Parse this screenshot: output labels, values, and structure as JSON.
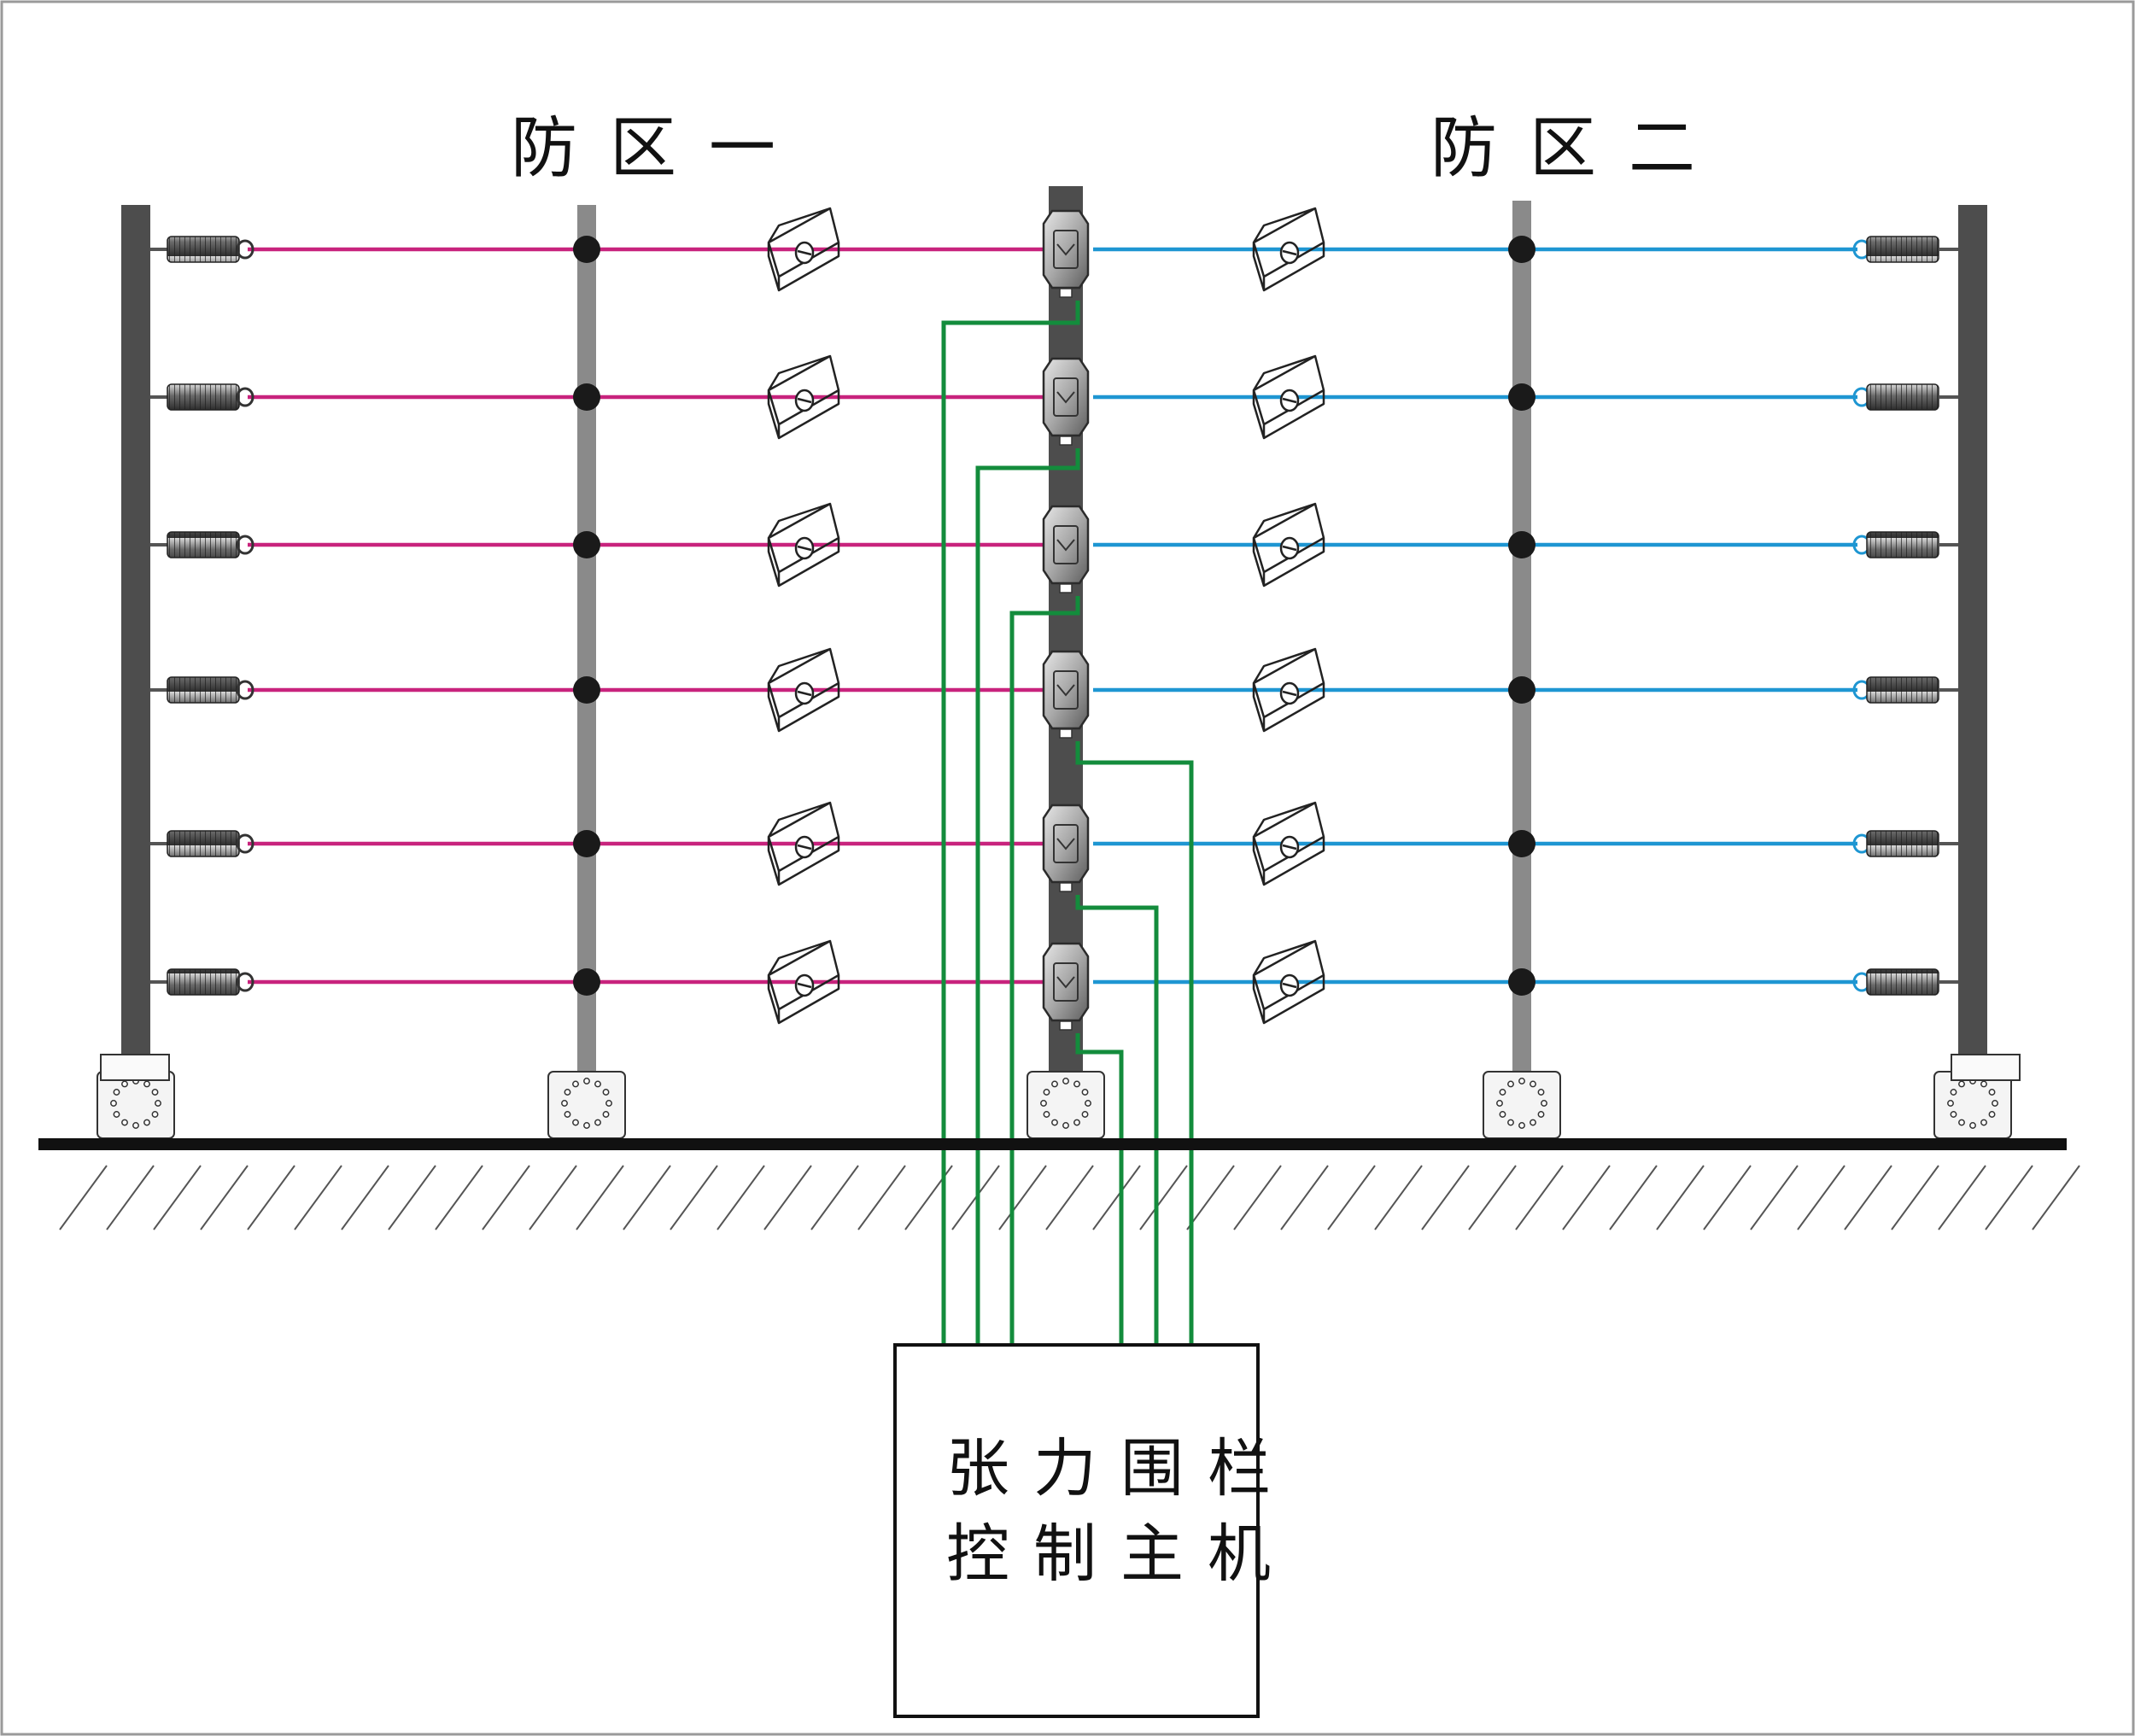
{
  "zones": {
    "left_title": "防区一",
    "right_title": "防区二"
  },
  "controller": {
    "line1": "张力围栏",
    "line2": "控制主机"
  },
  "colors": {
    "zone1_wire": "#c8237d",
    "zone2_wire": "#1e96d2",
    "signal_cable": "#138c3c",
    "end_post": "#4d4d4d",
    "mid_post": "#8a8a8a",
    "ground": "#111111"
  },
  "diagram": {
    "wire_rows": 6,
    "icons": [
      "spring-tensioner-icon",
      "wire-clamp-icon",
      "tension-sensor-icon",
      "post-base-icon"
    ]
  }
}
